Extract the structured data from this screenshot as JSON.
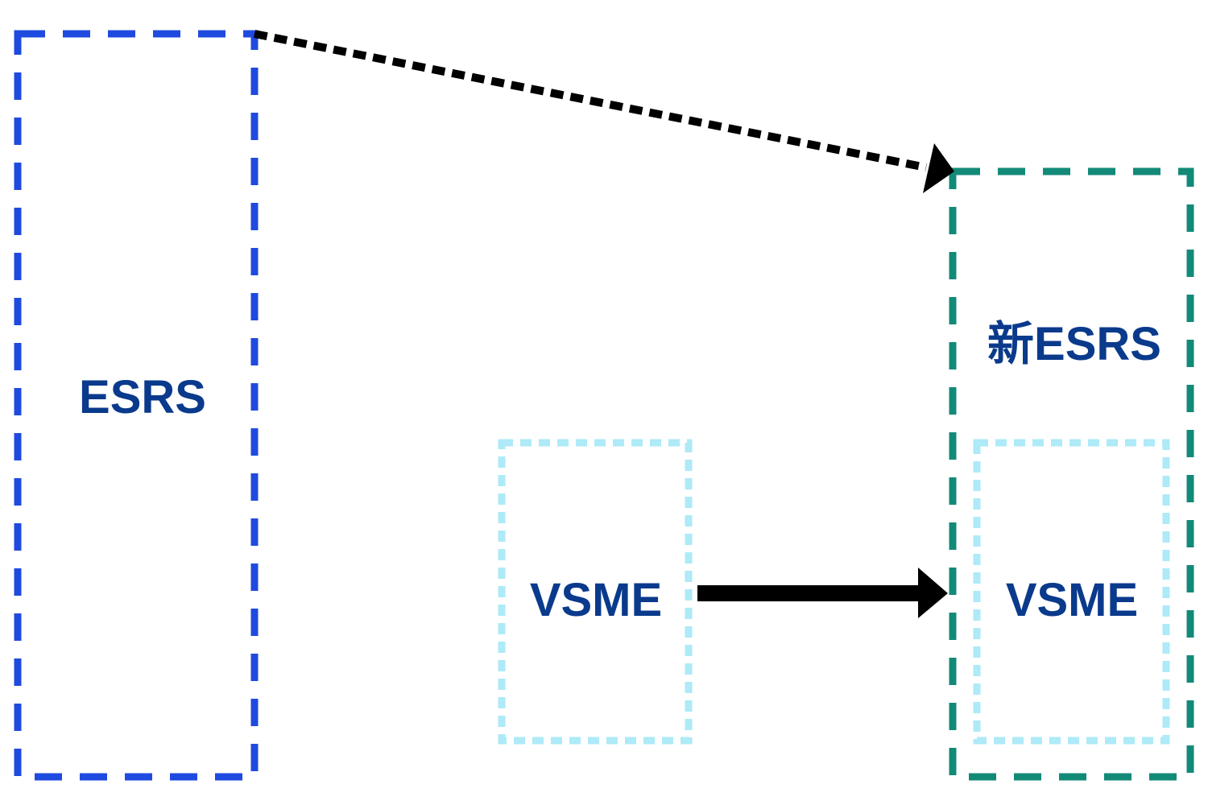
{
  "boxes": {
    "esrs": {
      "label": "ESRS",
      "color": "#1f4ae0"
    },
    "vsme_left": {
      "label": "VSME",
      "color": "#aeeaf7"
    },
    "new_esrs": {
      "label": "新ESRS",
      "color": "#138a78"
    },
    "vsme_right": {
      "label": "VSME",
      "color": "#aeeaf7"
    }
  },
  "text_color": "#0a3a8c",
  "arrows": {
    "esrs_to_new_esrs": {
      "style": "dotted"
    },
    "vsme_to_new_esrs": {
      "style": "solid"
    }
  }
}
